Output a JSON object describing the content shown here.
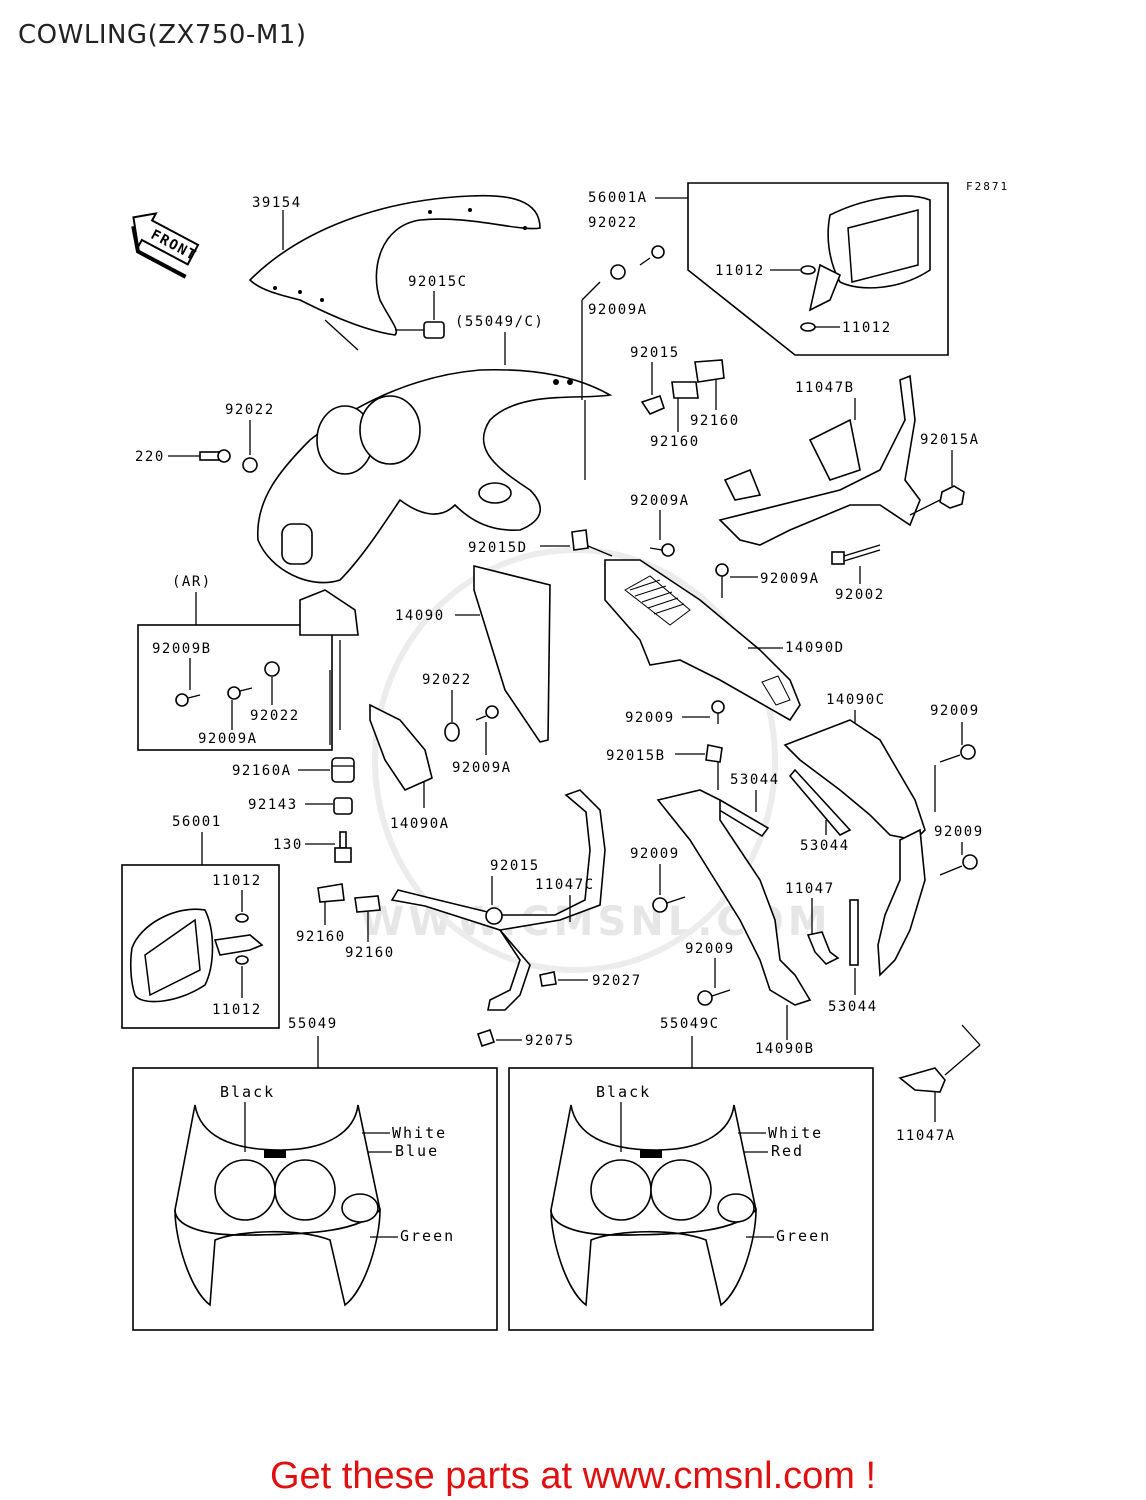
{
  "title": "COWLING(ZX750-M1)",
  "figure_code": "F2871",
  "front_arrow_label": "FRONT",
  "footer": "Get these parts at www.cmsnl.com !",
  "watermark": "WWW.CMSNL.COM",
  "accent_color": "#e01010",
  "callouts": {
    "p39154": "39154",
    "p56001A": "56001A",
    "p92022_top": "92022",
    "p92009A_top": "92009A",
    "p11012_a": "11012",
    "p11012_b": "11012",
    "p92015C": "92015C",
    "p55049C_ref": "(55049/C)",
    "p92015_top": "92015",
    "p92160_a": "92160",
    "p92160_b": "92160",
    "p11047B": "11047B",
    "p92022_left": "92022",
    "p220": "220",
    "p92015A": "92015A",
    "p92009A_mid": "92009A",
    "p92015D": "92015D",
    "p92009A_right": "92009A",
    "p92002": "92002",
    "p14090": "14090",
    "p14090D": "14090D",
    "p_ar": "(AR)",
    "p92009B": "92009B",
    "p92022_ar": "92022",
    "p92009A_ar": "92009A",
    "p92022_center": "92022",
    "p92009A_center": "92009A",
    "p92009_center": "92009",
    "p14090C": "14090C",
    "p92009_r1": "92009",
    "p92015B": "92015B",
    "p53044_a": "53044",
    "p53044_b": "53044",
    "p92160A": "92160A",
    "p92143": "92143",
    "p14090A": "14090A",
    "p92009_r2": "92009",
    "p56001": "56001",
    "p130": "130",
    "p92015_low": "92015",
    "p11047C": "11047C",
    "p92009_low": "92009",
    "p11047": "11047",
    "p11012_c": "11012",
    "p11012_d": "11012",
    "p92160_c": "92160",
    "p92160_d": "92160",
    "p92027": "92027",
    "p92009_b2": "92009",
    "p53044_c": "53044",
    "p55049": "55049",
    "p55049C": "55049C",
    "p92075": "92075",
    "p14090B": "14090B",
    "p11047A": "11047A"
  },
  "color_panels": [
    {
      "part": "55049",
      "colors": [
        "Black",
        "White",
        "Blue",
        "Green"
      ]
    },
    {
      "part": "55049C",
      "colors": [
        "Black",
        "White",
        "Red",
        "Green"
      ]
    }
  ]
}
